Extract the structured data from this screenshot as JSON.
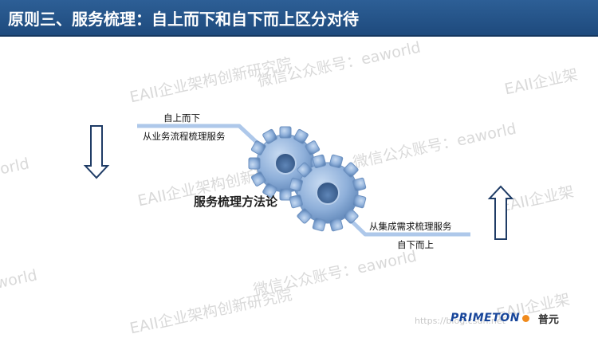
{
  "slide": {
    "title": "原则三、服务梳理：自上而下和自下而上区分对待"
  },
  "diagram": {
    "top_path_heading": "自上而下",
    "top_path_subtitle": "从业务流程梳理服务",
    "bottom_path_heading": "从集成需求梳理服务",
    "bottom_path_subtitle": "自下而上",
    "center_label": "服务梳理方法论",
    "down_arrow_icon": "down-arrow-outline-icon",
    "up_arrow_icon": "up-arrow-outline-icon",
    "gear_icon": "gear-icon",
    "colors": {
      "title_bar": "#1e4a7d",
      "path_line": "#aec8ea",
      "gear_light": "#a9c3e4",
      "gear_dark": "#5f86b8"
    }
  },
  "watermarks": {
    "text_a": "EAII企业架构创新研究院",
    "text_b": "微信公众账号：eaworld",
    "text_c": "EAII企业架",
    "text_d": "微信公众账号：eaworld",
    "text_e": "eaworld",
    "text_f": "EAII企业架构创新研究院",
    "text_g": "EAII企业架",
    "text_h": "eaworld",
    "text_i": "EAII企业架构创新研究院",
    "text_j": "微信公众账号：eaworld",
    "text_k": "EAII企业架"
  },
  "footer": {
    "logo_text_en": "PRIMETON",
    "logo_text_cn": "普元",
    "url_watermark": "https://blog.csdn.net"
  }
}
